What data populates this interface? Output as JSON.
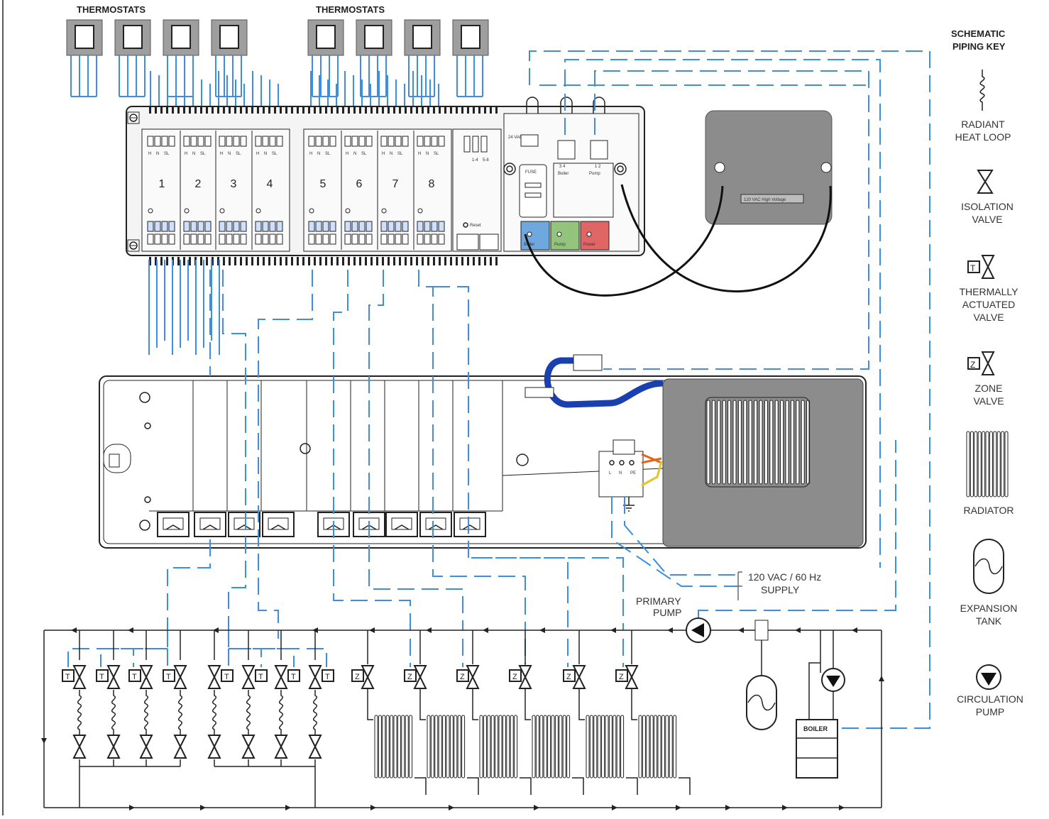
{
  "thermostats": {
    "group1_label": "THERMOSTATS",
    "group2_label": "THERMOSTATS"
  },
  "controller": {
    "zones": [
      "1",
      "2",
      "3",
      "4",
      "5",
      "6",
      "7",
      "8"
    ],
    "terminal_labels": [
      "H",
      "N",
      "SL"
    ],
    "vac24_label": "24 VAC",
    "fuse_label": "FUSE",
    "boiler_label": "Boiler",
    "pump_label": "Pump",
    "power_label": "Power",
    "reset_label": "Reset",
    "high_voltage_label": "120 VAC High Voltage",
    "aux_terminal_labels": [
      "1-4",
      "5-8"
    ],
    "boiler_terminals": "3 4",
    "pump_terminals": "1 2"
  },
  "supply": {
    "line1": "120 VAC / 60 Hz",
    "line2": "SUPPLY"
  },
  "primary_pump": {
    "line1": "PRIMARY",
    "line2": "PUMP"
  },
  "boiler": {
    "label": "BOILER"
  },
  "wiring_block": {
    "terminals": [
      "L",
      "N",
      "PE"
    ]
  },
  "key": {
    "title_line1": "SCHEMATIC",
    "title_line2": "PIPING KEY",
    "items": [
      {
        "line1": "RADIANT",
        "line2": "HEAT LOOP",
        "line3": "",
        "icon": "radiant-loop-icon"
      },
      {
        "line1": "ISOLATION",
        "line2": "VALVE",
        "line3": "",
        "icon": "isolation-valve-icon"
      },
      {
        "line1": "THERMALLY",
        "line2": "ACTUATED",
        "line3": "VALVE",
        "icon": "thermal-valve-icon"
      },
      {
        "line1": "ZONE",
        "line2": "VALVE",
        "line3": "",
        "icon": "zone-valve-icon"
      },
      {
        "line1": "RADIATOR",
        "line2": "",
        "line3": "",
        "icon": "radiator-icon"
      },
      {
        "line1": "EXPANSION",
        "line2": "TANK",
        "line3": "",
        "icon": "expansion-tank-icon"
      },
      {
        "line1": "CIRCULATION",
        "line2": "PUMP",
        "line3": "",
        "icon": "circulation-pump-icon"
      }
    ]
  },
  "colors": {
    "wire_blue": "#3a8fe0",
    "boiler_btn": "#6fa8dc",
    "pump_btn": "#93c47d",
    "power_btn": "#e06666",
    "housing_gray": "#8c8c8c",
    "cable_blue": "#1a3fb0"
  }
}
